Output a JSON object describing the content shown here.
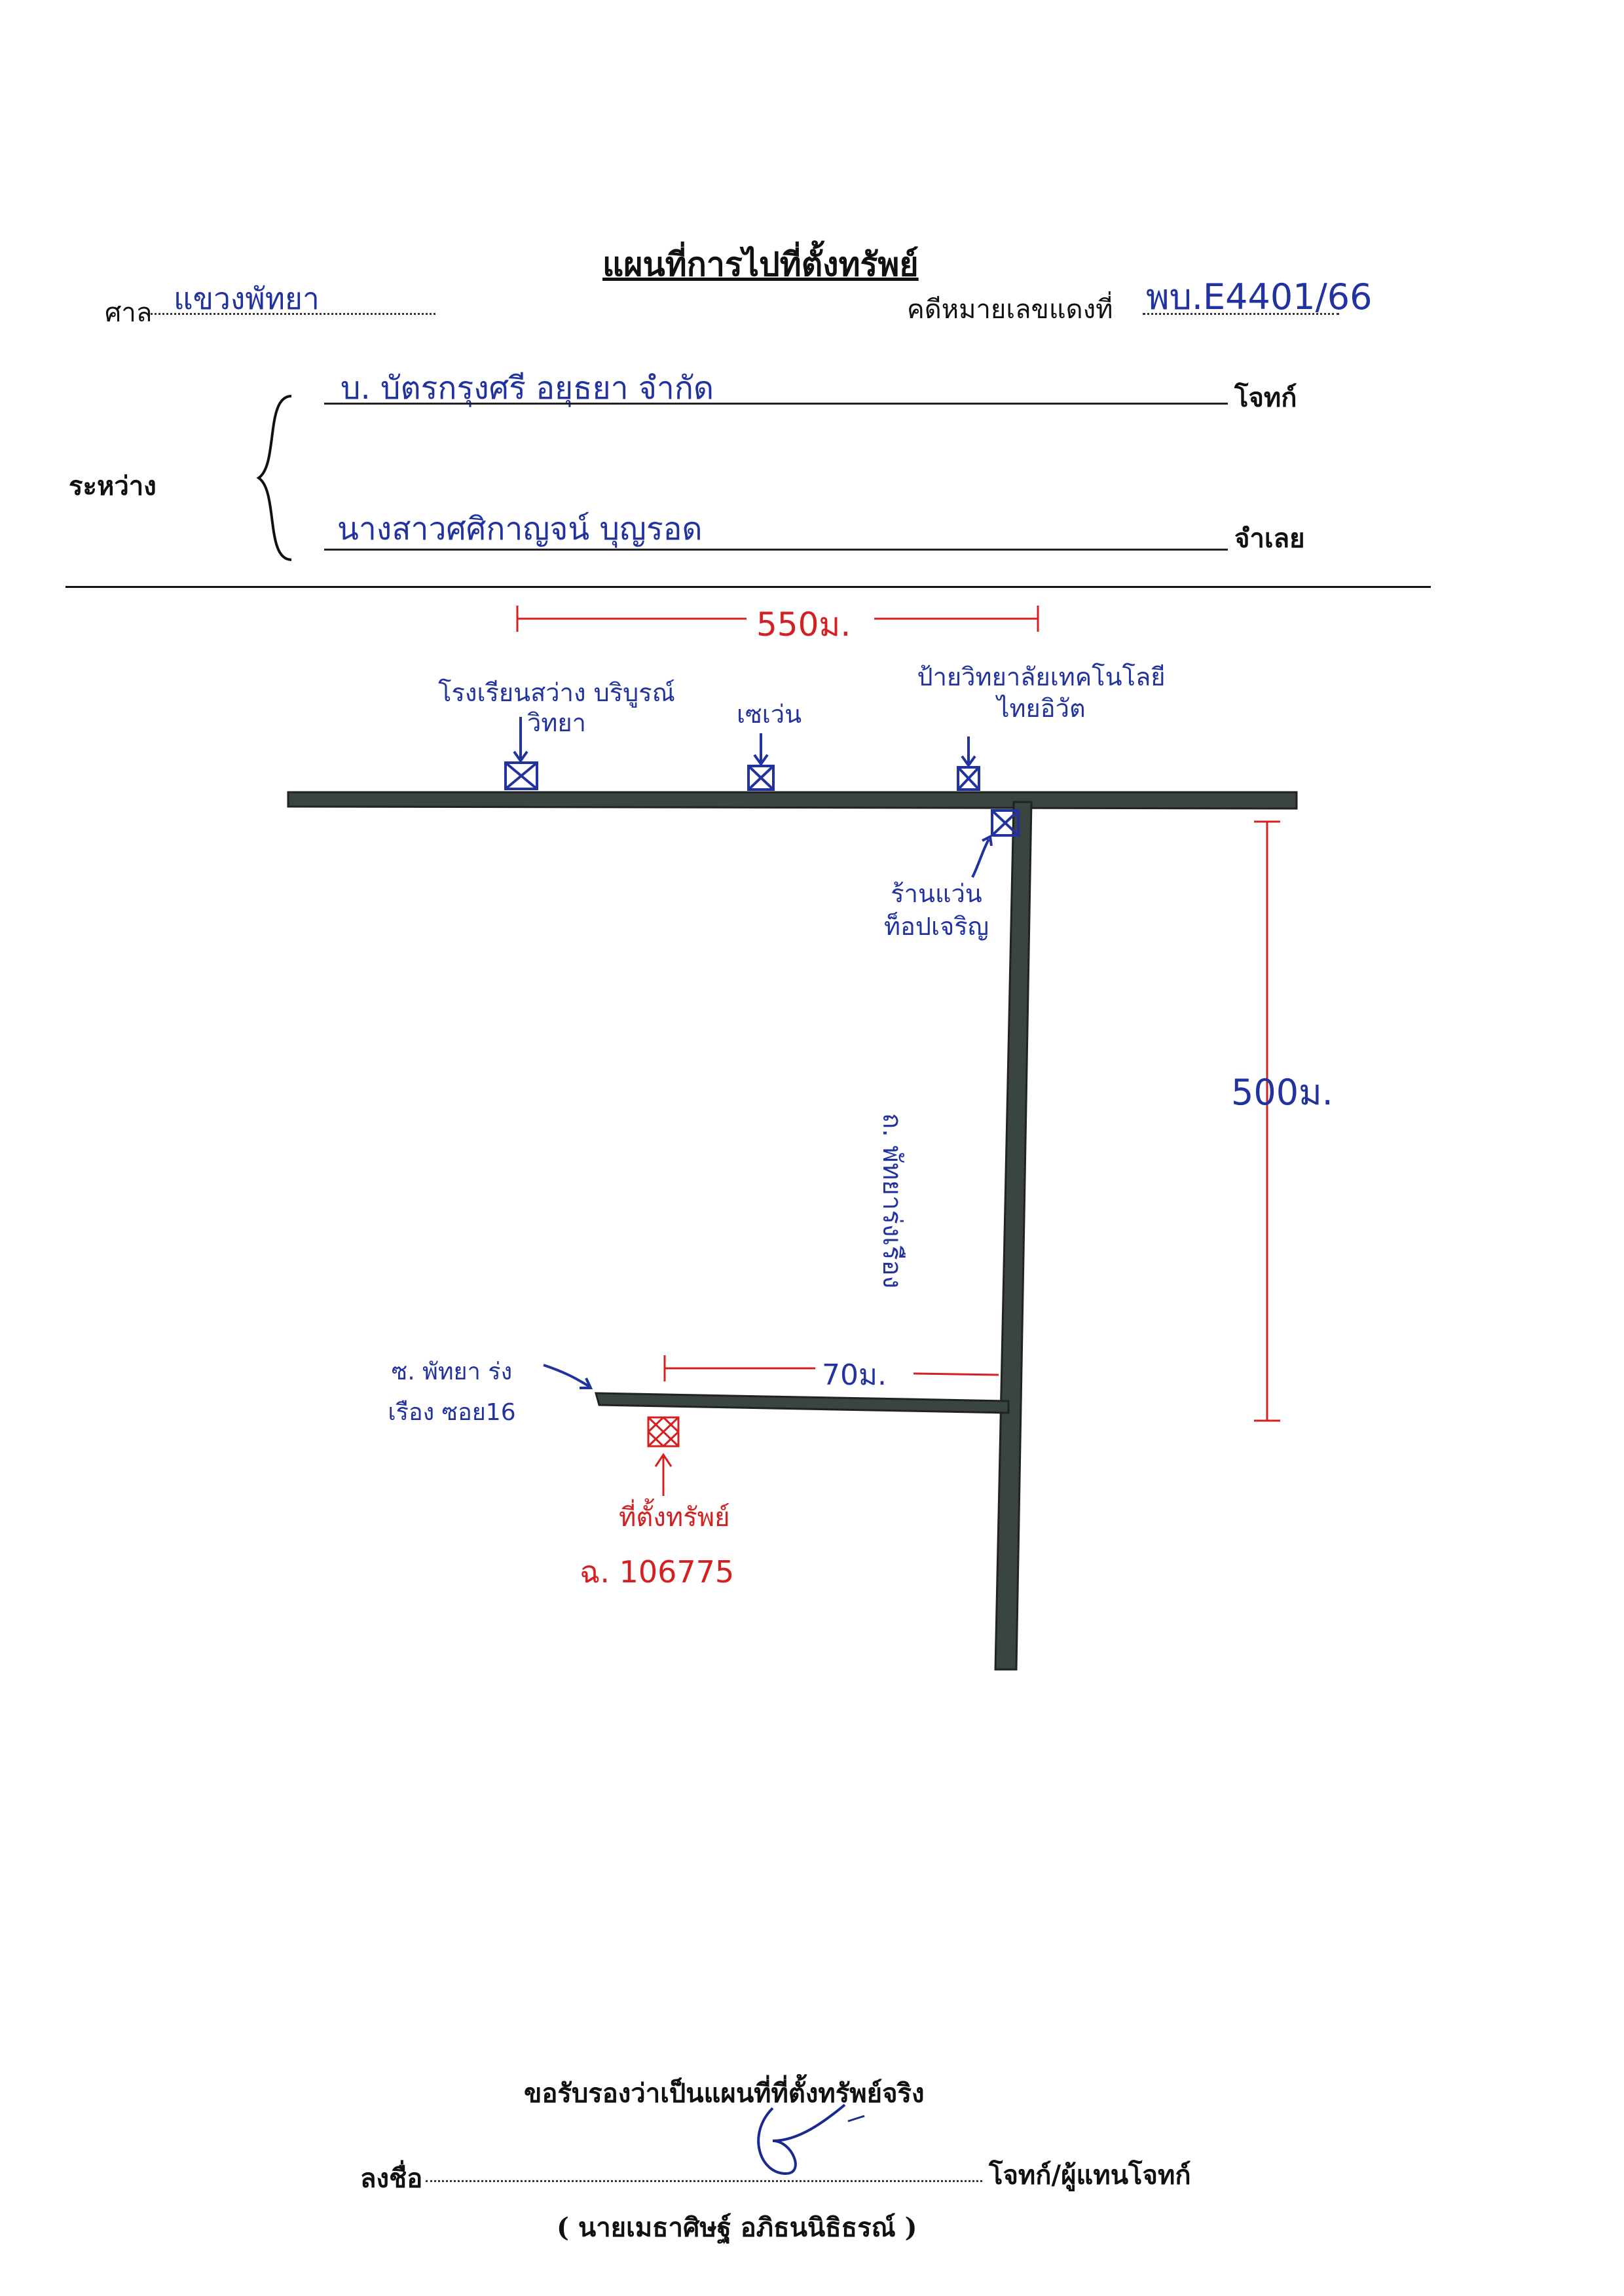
{
  "header": {
    "title": "แผนที่การไปที่ตั้งทรัพย์",
    "court_label": "ศาล",
    "court_value": "แขวงพัทยา",
    "case_label": "คดีหมายเลขแดงที่",
    "case_value": "พบ.E4401/66"
  },
  "parties": {
    "between_label": "ระหว่าง",
    "plaintiff_value": "บ. บัตรกรุงศรี อยุธยา จำกัด",
    "plaintiff_label": "โจทก์",
    "defendant_value": "นางสาวศศิกาญจน์ บุญรอด",
    "defendant_label": "จำเลย"
  },
  "map": {
    "dist_top": "550ม.",
    "dist_right": "500ม.",
    "dist_soi": "70ม.",
    "landmark_school": "โรงเรียนสว่าง บริบูรณ์วิทยา",
    "landmark_seven": "เซเว่น",
    "landmark_tech": "ป้ายวิทยาลัยเทคโนโลยีไทยอิวัต",
    "landmark_shop": "ร้านแว่น ท็อปเจริญ",
    "road_name": "ถ. พัทยาร่งเรือง",
    "soi_name": "ซ. พัทยา ร่งเรือง ซอย16",
    "property_label": "ที่ตั้งทรัพย์",
    "property_deed": "ฉ. 106775"
  },
  "footer": {
    "certify": "ขอรับรองว่าเป็นแผนที่ที่ตั้งทรัพย์จริง",
    "sign_label": "ลงชื่อ",
    "sign_role": "โจทก์/ผู้แทนโจทก์",
    "signer_name": "( นายเมธาศิษฐ์ อภิธนนิธิธรณ์ )"
  },
  "colors": {
    "road": "#3a4440",
    "ink_blue": "#2233a0",
    "ink_red": "#d42020"
  }
}
